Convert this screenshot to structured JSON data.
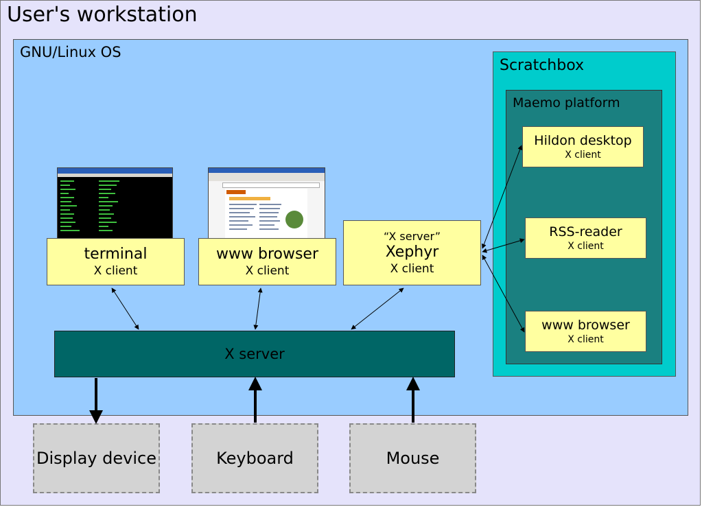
{
  "workstation": {
    "title": "User's workstation"
  },
  "os": {
    "title": "GNU/Linux OS"
  },
  "scratchbox": {
    "title": "Scratchbox"
  },
  "maemo": {
    "title": "Maemo platform",
    "clients": [
      {
        "name": "Hildon desktop",
        "role": "X client"
      },
      {
        "name": "RSS-reader",
        "role": "X client"
      },
      {
        "name": "www browser",
        "role": "X client"
      }
    ]
  },
  "host_clients": [
    {
      "name": "terminal",
      "role": "X client"
    },
    {
      "name": "www browser",
      "role": "X client"
    }
  ],
  "xephyr": {
    "quote": "“X server”",
    "name": "Xephyr",
    "role": "X client"
  },
  "xserver": {
    "label": "X server"
  },
  "devices": [
    "Display device",
    "Keyboard",
    "Mouse"
  ],
  "colors": {
    "workstation_bg": "#e5e3fb",
    "os_bg": "#99ccff",
    "scratchbox_bg": "#00cccc",
    "maemo_bg": "#1a8080",
    "client_box": "#ffffa0",
    "xserver_bar": "#006666",
    "device_box": "#d3d3d3"
  }
}
